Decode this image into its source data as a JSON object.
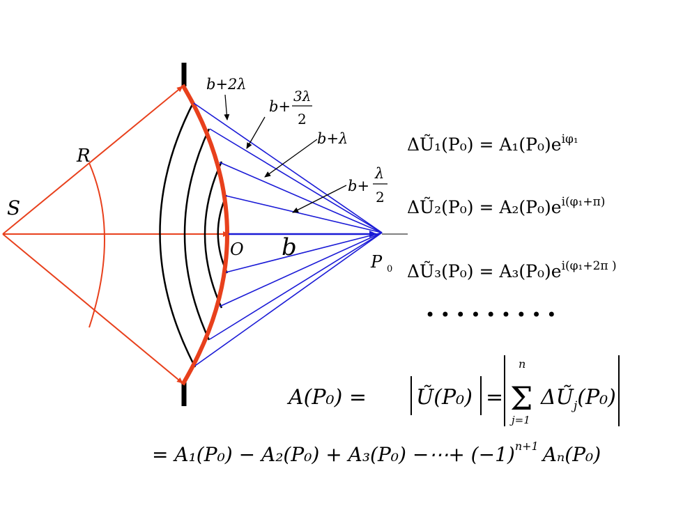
{
  "labels": {
    "S": "S",
    "R": "R",
    "O": "O",
    "b": "b",
    "P": "P",
    "P_sub": "0"
  },
  "path_labels": {
    "b_plus_2lambda": "b+2λ",
    "b_plus": "b+",
    "three_lambda": "3λ",
    "two": "2",
    "b_plus_lambda": "b+λ",
    "lambda": "λ"
  },
  "equations": {
    "e1": {
      "lhs": "ΔŨ₁(P₀) = A₁(P₀)e",
      "sup": "iφ₁"
    },
    "e2": {
      "lhs": "ΔŨ₂(P₀) = A₂(P₀)e",
      "sup": "i(φ₁+π)"
    },
    "e3": {
      "lhs": "ΔŨ₃(P₀) = A₃(P₀)e",
      "sup": "i(φ₁+2π )"
    },
    "dots": "• • • • • • • • •"
  },
  "sum_formula": {
    "line1_left": "A(P₀) =",
    "abs_U": "Ũ(P₀)",
    "equals": "=",
    "sum_upper": "n",
    "sum_lower": "j=1",
    "sum_term": "ΔŨ",
    "sum_sub": "j",
    "sum_arg": "(P₀)",
    "line2": "= A₁(P₀) − A₂(P₀) + A₃(P₀) −⋯+ (−1)",
    "line2_sup": "n+1",
    "line2_end": "Aₙ(P₀)"
  },
  "colors": {
    "orange": "#e8401c",
    "blue": "#1a1ad6",
    "black": "#000000"
  }
}
